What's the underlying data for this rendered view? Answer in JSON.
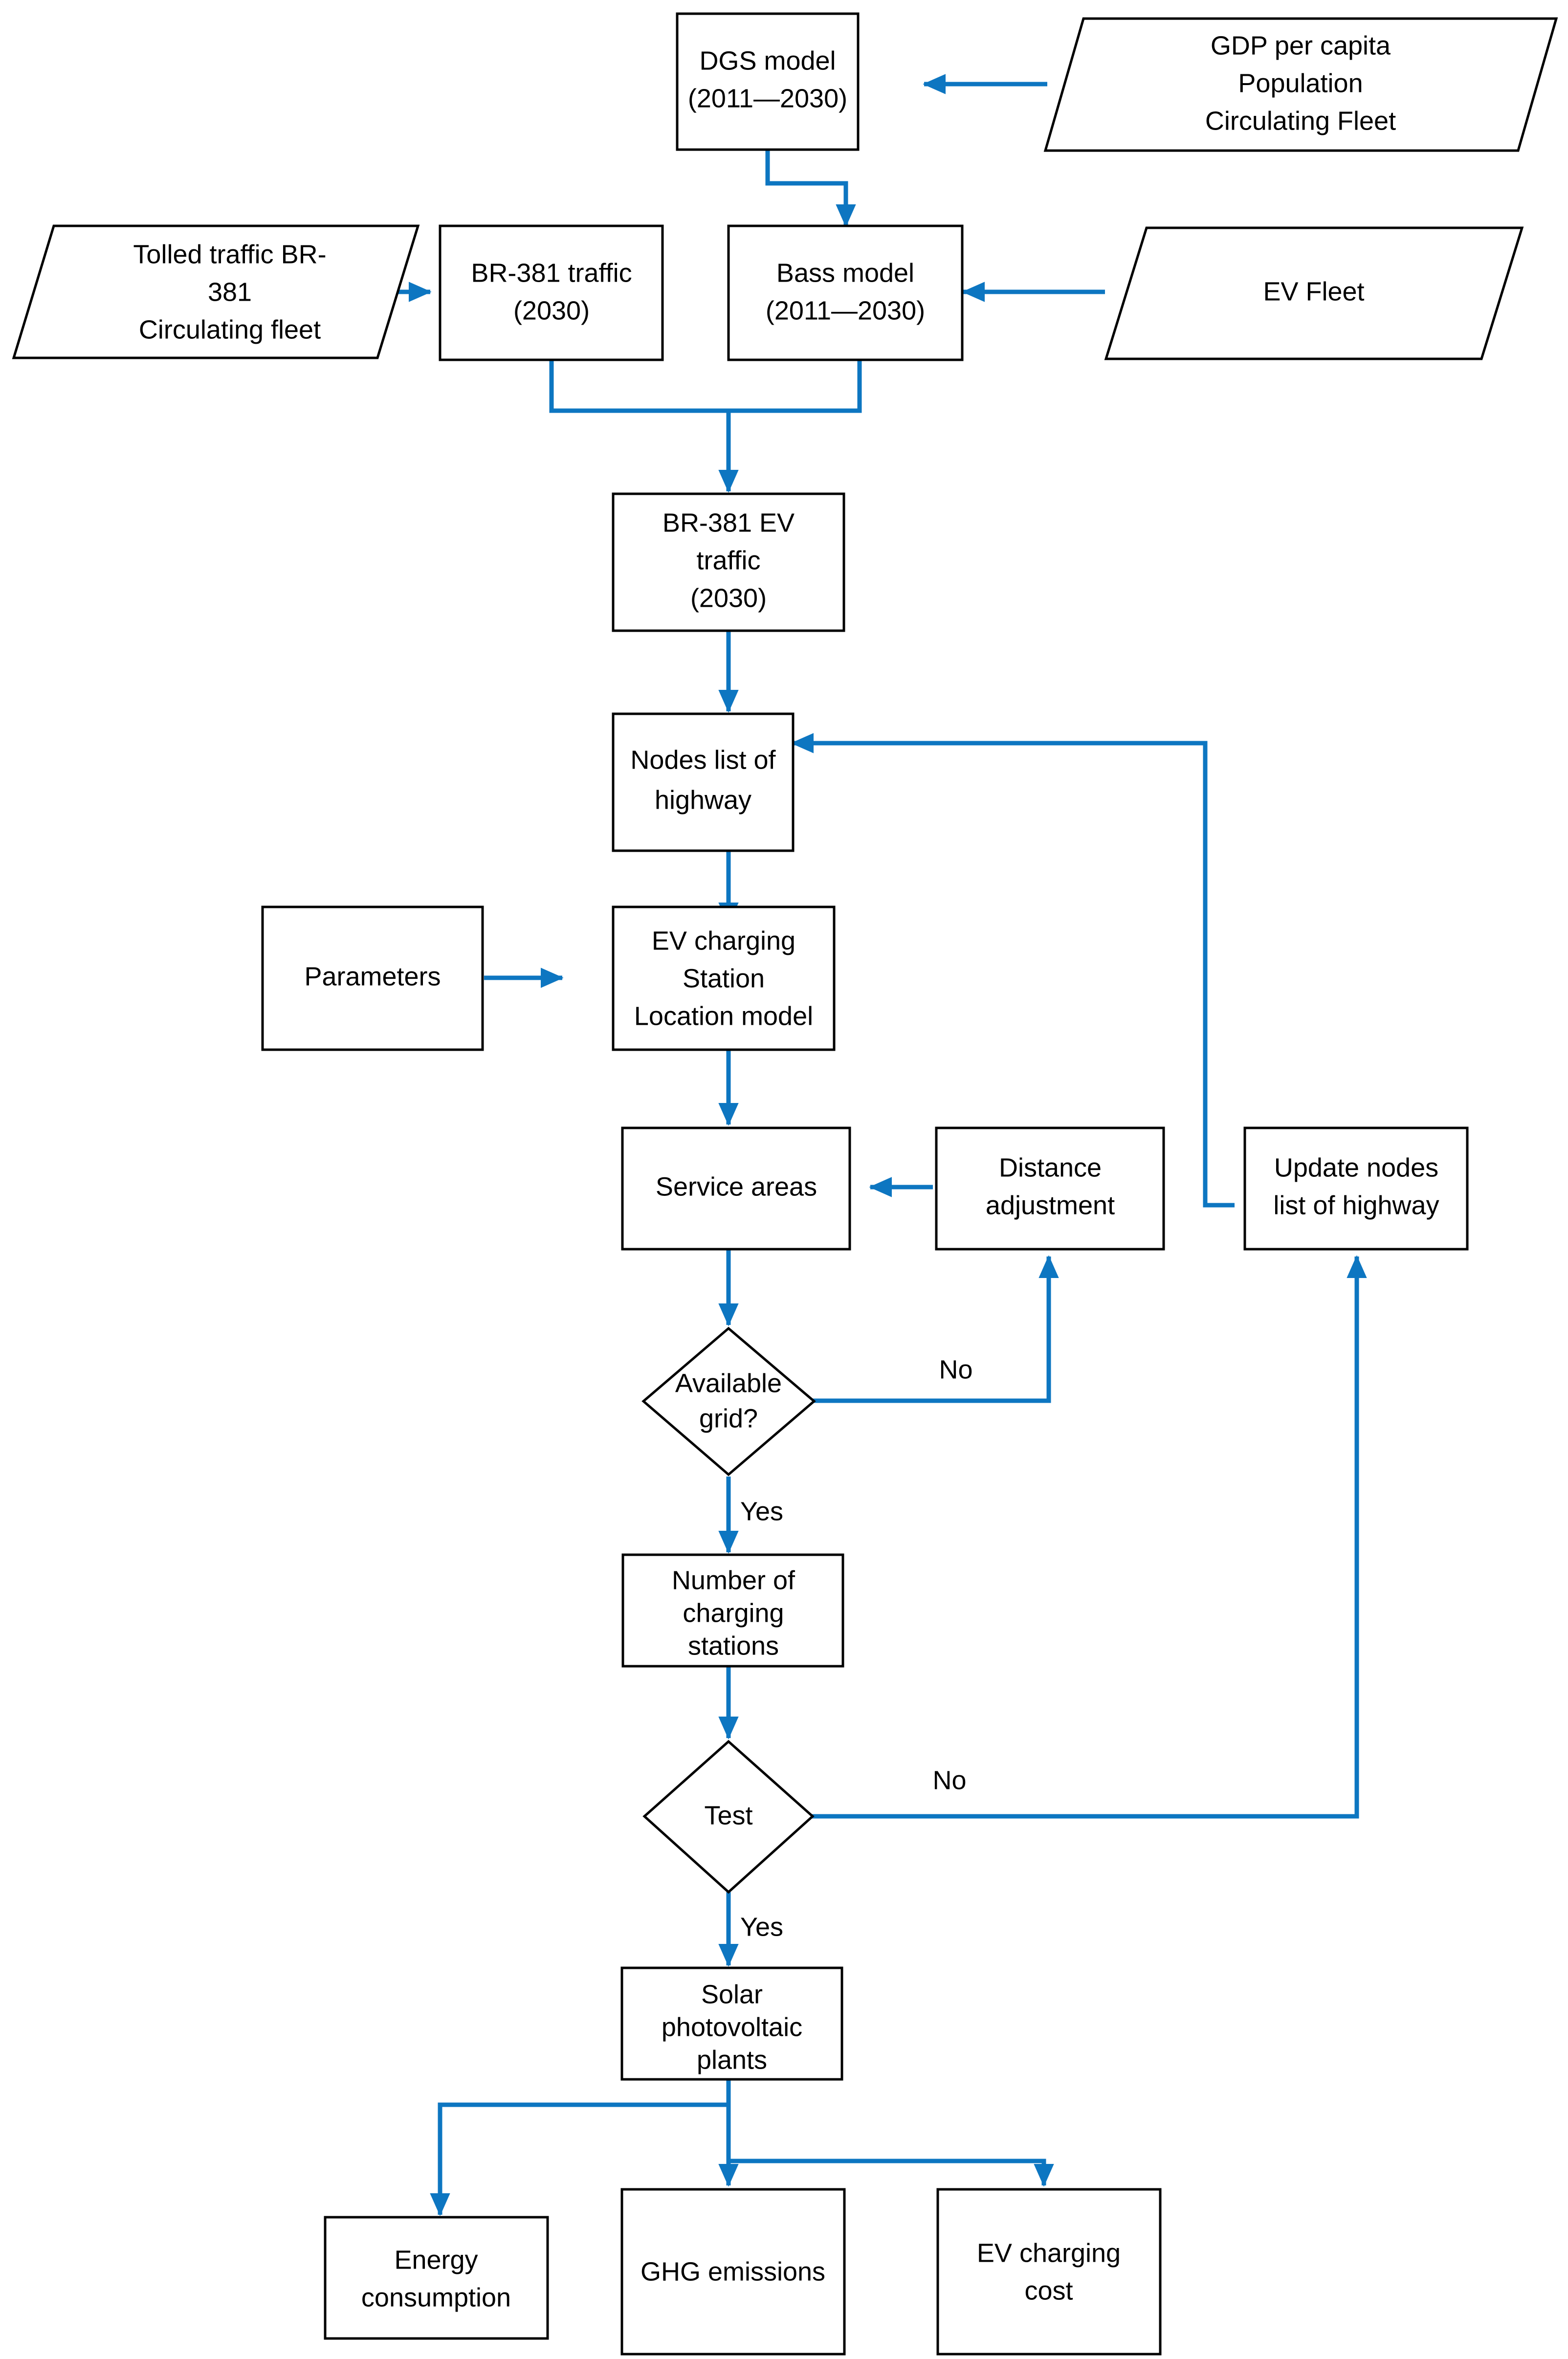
{
  "diagram": {
    "title": "EV charging station planning flowchart",
    "colors": {
      "edge": "#0d76c1",
      "shape_stroke": "#000000",
      "shape_fill": "#ffffff",
      "text": "#000000"
    },
    "nodes": {
      "dgs_model": {
        "line1": "DGS model",
        "line2": "(2011—2030)",
        "shape": "process"
      },
      "gdp_inputs": {
        "line1": "GDP per capita",
        "line2": "Population",
        "line3": "Circulating Fleet",
        "shape": "data"
      },
      "tolled_traffic": {
        "line1": "Tolled traffic BR-",
        "line2": "381",
        "line3": "Circulating fleet",
        "shape": "data"
      },
      "br381_traffic": {
        "line1": "BR-381 traffic",
        "line2": "(2030)",
        "shape": "process"
      },
      "bass_model": {
        "line1": "Bass model",
        "line2": "(2011—2030)",
        "shape": "process"
      },
      "ev_fleet": {
        "line1": "EV Fleet",
        "shape": "data"
      },
      "br381_ev_traffic": {
        "line1": "BR-381 EV",
        "line2": "traffic",
        "line3": "(2030)",
        "shape": "process"
      },
      "nodes_list": {
        "line1": "Nodes list of",
        "line2": "highway",
        "shape": "process"
      },
      "parameters": {
        "line1": "Parameters",
        "shape": "process"
      },
      "ev_station_model": {
        "line1": "EV charging",
        "line2": "Station",
        "line3": "Location model",
        "shape": "process"
      },
      "service_areas": {
        "line1": "Service areas",
        "shape": "process"
      },
      "distance_adjustment": {
        "line1": "Distance",
        "line2": "adjustment",
        "shape": "process"
      },
      "update_nodes": {
        "line1": "Update nodes",
        "line2": "list of highway",
        "shape": "process"
      },
      "available_grid": {
        "line1": "Available",
        "line2": "grid?",
        "shape": "decision"
      },
      "number_of_stations": {
        "line1": "Number of",
        "line2": "charging",
        "line3": "stations",
        "shape": "process"
      },
      "test": {
        "line1": "Test",
        "shape": "decision"
      },
      "solar_plants": {
        "line1": "Solar",
        "line2": "photovoltaic",
        "line3": "plants",
        "shape": "process"
      },
      "energy_consumption": {
        "line1": "Energy",
        "line2": "consumption",
        "shape": "process"
      },
      "ghg_emissions": {
        "line1": "GHG emissions",
        "shape": "process"
      },
      "ev_charging_cost": {
        "line1": "EV charging",
        "line2": "cost",
        "shape": "process"
      }
    },
    "edge_labels": {
      "grid_no": "No",
      "grid_yes": "Yes",
      "test_no": "No",
      "test_yes": "Yes"
    }
  }
}
